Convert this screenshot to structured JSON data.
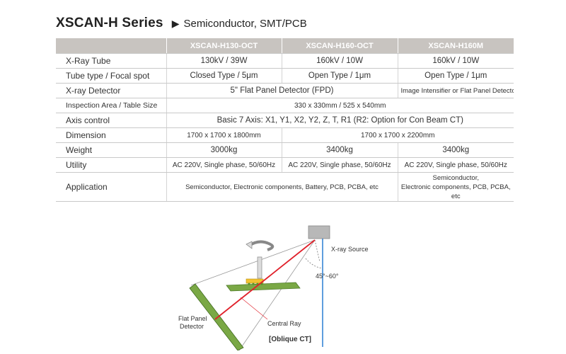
{
  "header": {
    "title": "XSCAN-H Series",
    "subtitle": "Semiconductor, SMT/PCB"
  },
  "table": {
    "columns": [
      "XSCAN-H130-OCT",
      "XSCAN-H160-OCT",
      "XSCAN-H160M"
    ],
    "rows": {
      "xray_tube": {
        "label": "X-Ray Tube",
        "c1": "130kV / 39W",
        "c2": "160kV / 10W",
        "c3": "160kV / 10W"
      },
      "tube_type": {
        "label": "Tube type / Focal spot",
        "c1": "Closed Type / 5μm",
        "c2": "Open Type / 1μm",
        "c3": "Open Type / 1μm"
      },
      "detector": {
        "label": "X-ray Detector",
        "c12": "5\" Flat Panel Detector (FPD)",
        "c3": "Image Intensifier or Flat Panel Detector"
      },
      "inspection_area": {
        "label": "Inspection Area / Table Size",
        "all": "330 x 330mm / 525 x 540mm"
      },
      "axis_control": {
        "label": "Axis control",
        "all": "Basic 7 Axis: X1, Y1, X2, Y2, Z, T, R1 (R2: Option for Con Beam CT)"
      },
      "dimension": {
        "label": "Dimension",
        "c1": "1700 x 1700 x 1800mm",
        "c23": "1700 x 1700 x 2200mm"
      },
      "weight": {
        "label": "Weight",
        "c1": "3000kg",
        "c2": "3400kg",
        "c3": "3400kg"
      },
      "utility": {
        "label": "Utility",
        "c1": "AC 220V, Single phase, 50/60Hz",
        "c2": "AC 220V, Single phase, 50/60Hz",
        "c3": "AC 220V, Single phase, 50/60Hz"
      },
      "application": {
        "label": "Application",
        "c12": "Semiconductor, Electronic components, Battery, PCB, PCBA, etc",
        "c3_line1": "Semiconductor,",
        "c3_line2": "Electronic components, PCB, PCBA, etc"
      }
    }
  },
  "diagram": {
    "xray_source": "X-ray Source",
    "angle": "45°~60°",
    "detector_line1": "Flat Panel",
    "detector_line2": "Detector",
    "central_ray": "Central Ray",
    "caption": "[Oblique CT]",
    "colors": {
      "central_ray": "#e0202a",
      "vertical_line": "#2a7fd4",
      "detector": "#7aa845",
      "pcb": "#7aa845",
      "chips": "#f2c230",
      "source": "#b8b8b8",
      "cone": "#999999"
    }
  }
}
